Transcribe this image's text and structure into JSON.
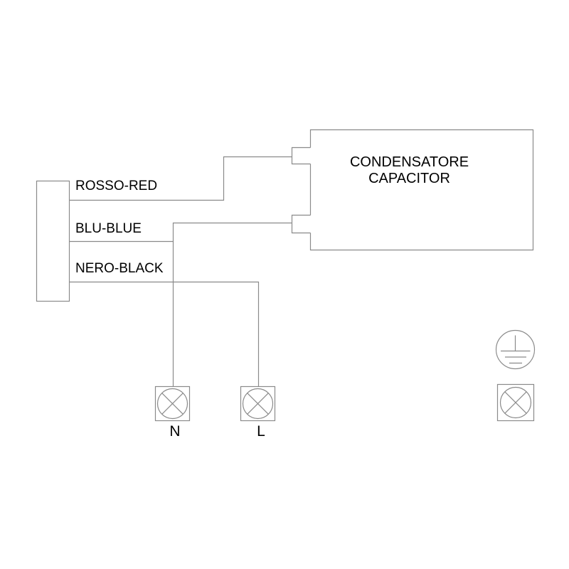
{
  "diagram": {
    "labels": {
      "rosso": "ROSSO-RED",
      "blu": "BLU-BLUE",
      "nero": "NERO-BLACK",
      "capacitor_line1": "CONDENSATORE",
      "capacitor_line2": "CAPACITOR",
      "terminal_n": "N",
      "terminal_l": "L"
    },
    "colors": {
      "background": "#ffffff",
      "line": "#8a8a8a",
      "text": "#000000"
    },
    "icons": {
      "earth": "protective-earth-icon",
      "lamp_terminal": "crossed-circle-terminal-icon"
    }
  }
}
